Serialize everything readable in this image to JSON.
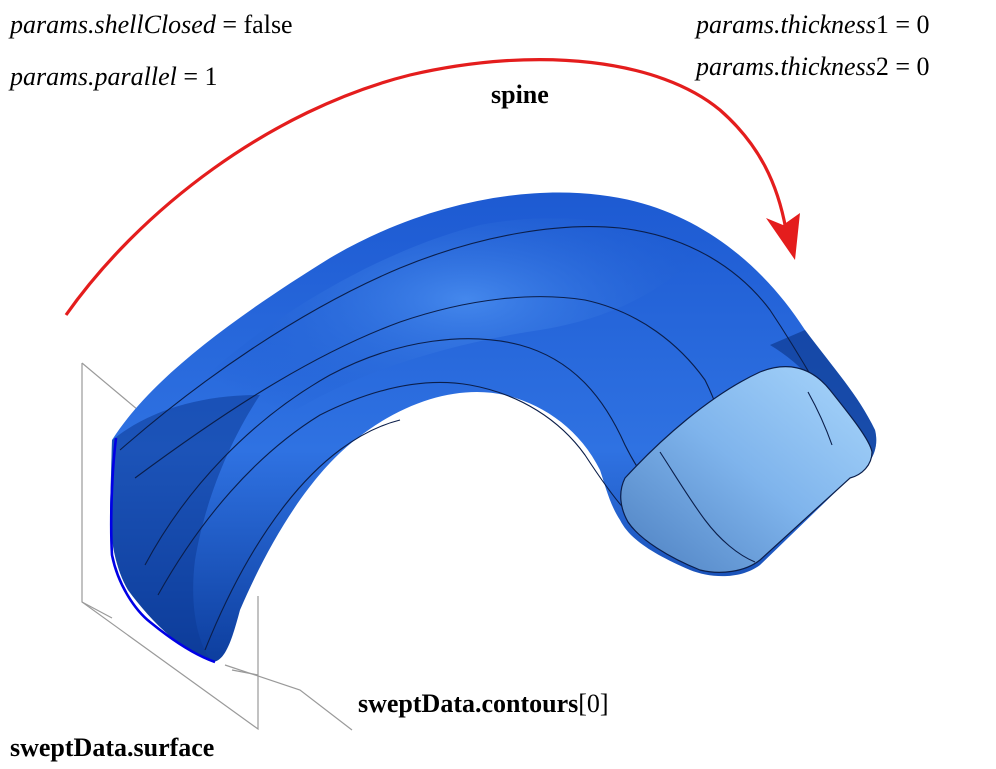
{
  "params": {
    "shell_closed": {
      "name": "params.shellClosed",
      "eq": " = ",
      "value": "false"
    },
    "parallel": {
      "name": "params.parallel",
      "eq": " = ",
      "value": "1"
    },
    "thickness1": {
      "name": "params.thickness",
      "suffix": "1",
      "eq": " = ",
      "value": "0"
    },
    "thickness2": {
      "name": "params.thickness",
      "suffix": "2",
      "eq": " = ",
      "value": "0"
    }
  },
  "labels": {
    "spine": "spine",
    "contours": {
      "name": "sweptData.contours",
      "index": "[0]"
    },
    "surface": "sweptData.surface"
  },
  "colors": {
    "spine_arrow": "#e41d1d",
    "body_dark": "#0a3fa0",
    "body_mid": "#1554d0",
    "body_light": "#3a82ea",
    "end_face_light": "#9ccdf8",
    "end_face_dark": "#4f83c4",
    "edge_lines": "#0b1e4a",
    "plane_lines": "#9a9a9a"
  }
}
